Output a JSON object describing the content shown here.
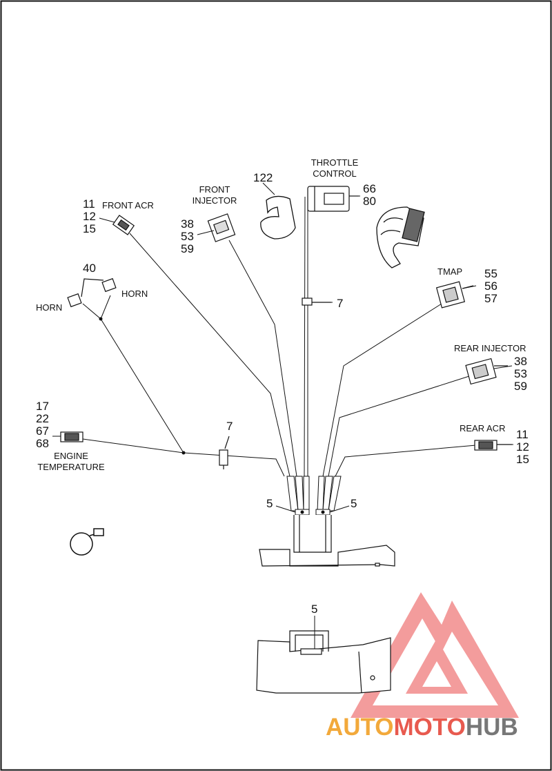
{
  "labels": {
    "front_acr": "FRONT ACR",
    "front_injector": [
      "FRONT",
      "INJECTOR"
    ],
    "throttle_control": [
      "THROTTLE",
      "CONTROL"
    ],
    "horn_left": "HORN",
    "horn_right": "HORN",
    "tmap": "TMAP",
    "rear_injector": "REAR INJECTOR",
    "rear_acr": "REAR ACR",
    "engine_temperature": [
      "ENGINE",
      "TEMPERATURE"
    ]
  },
  "callouts": {
    "front_acr": [
      "11",
      "12",
      "15"
    ],
    "front_injector": [
      "38",
      "53",
      "59"
    ],
    "part_122": "122",
    "throttle_control": [
      "66",
      "80"
    ],
    "horn": "40",
    "tmap": [
      "55",
      "56",
      "57"
    ],
    "clip_upper": "7",
    "rear_injector": [
      "38",
      "53",
      "59"
    ],
    "engine_temperature": [
      "17",
      "22",
      "67",
      "68"
    ],
    "clip_lower": "7",
    "rear_acr": [
      "11",
      "12",
      "15"
    ],
    "tie_left": "5",
    "tie_right": "5",
    "tie_detail": "5"
  },
  "watermark": {
    "part1": "AUTO",
    "part2": "MOTO",
    "part3": "HUB"
  },
  "colors": {
    "line": "#111111",
    "watermark_triangle": "#ef7b7b"
  }
}
